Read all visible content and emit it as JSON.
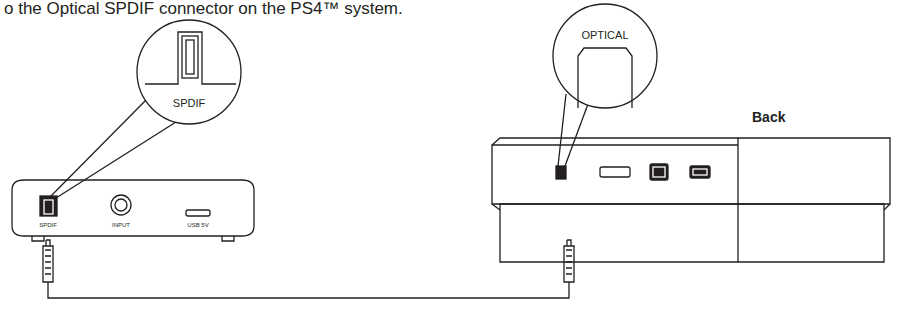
{
  "diagram": {
    "labels": [
      "o the Optical SPDIF connector on the PS4™ system.",
      "SPDIF",
      "SPDIF",
      "INPUT",
      "USB 5V",
      "OPTICAL",
      "Back"
    ]
  }
}
